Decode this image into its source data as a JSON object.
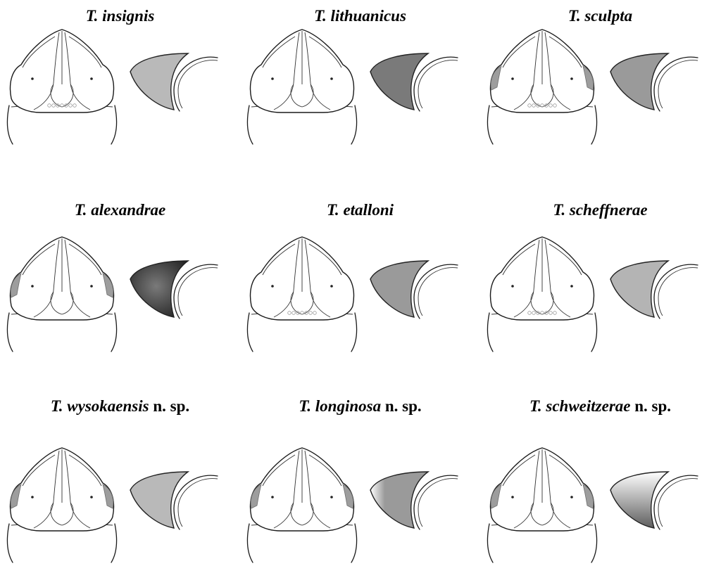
{
  "figure": {
    "panels": [
      {
        "id": "insignis",
        "genus": "T.",
        "epithet": "insignis",
        "suffix": "",
        "shading_color": "#b9b9b9",
        "shading_style": "flat",
        "lateral_lobes": false,
        "sensilla": true
      },
      {
        "id": "lithuanicus",
        "genus": "T.",
        "epithet": "lithuanicus",
        "suffix": "",
        "shading_color": "#7a7a7a",
        "shading_style": "flat",
        "lateral_lobes": false,
        "sensilla": false
      },
      {
        "id": "sculpta",
        "genus": "T.",
        "epithet": "sculpta",
        "suffix": "",
        "shading_color": "#9a9a9a",
        "shading_style": "flat",
        "lateral_lobes": true,
        "sensilla": true
      },
      {
        "id": "alexandrae",
        "genus": "T.",
        "epithet": "alexandrae",
        "suffix": "",
        "shading_color": "#262626",
        "shading_style": "radial",
        "lateral_lobes": true,
        "sensilla": false
      },
      {
        "id": "etalloni",
        "genus": "T.",
        "epithet": "etalloni",
        "suffix": "",
        "shading_color": "#9a9a9a",
        "shading_style": "flat",
        "lateral_lobes": false,
        "sensilla": true
      },
      {
        "id": "scheffnerae",
        "genus": "T.",
        "epithet": "scheffnerae",
        "suffix": "",
        "shading_color": "#b4b4b4",
        "shading_style": "flat",
        "lateral_lobes": false,
        "sensilla": true
      },
      {
        "id": "wysokaensis",
        "genus": "T.",
        "epithet": "wysokaensis",
        "suffix": "n. sp.",
        "shading_color": "#b9b9b9",
        "shading_style": "flat",
        "lateral_lobes": true,
        "sensilla": false
      },
      {
        "id": "longinosa",
        "genus": "T.",
        "epithet": "longinosa",
        "suffix": "n. sp.",
        "shading_color": "#9a9a9a",
        "shading_style": "fade-left",
        "lateral_lobes": true,
        "sensilla": false
      },
      {
        "id": "schweitzerae",
        "genus": "T.",
        "epithet": "schweitzerae",
        "suffix": "n. sp.",
        "shading_color": "#5e5e5e",
        "shading_style": "fade-top",
        "lateral_lobes": true,
        "sensilla": false
      }
    ]
  }
}
